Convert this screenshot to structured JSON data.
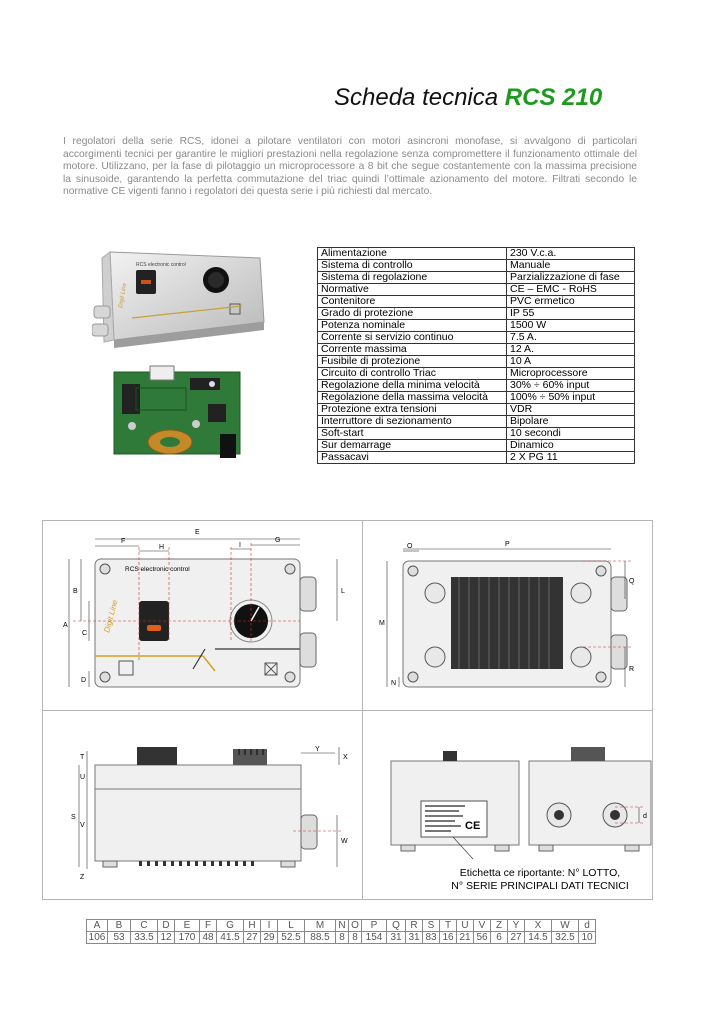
{
  "header": {
    "title_prefix": "Scheda tecnica ",
    "title_product": "RCS 210"
  },
  "intro": "I regolatori della serie RCS, idonei a pilotare ventilatori con motori asincroni monofase, si avvalgono di particolari accorgimenti tecnici per garantire le migliori prestazioni nella regolazione senza compromettere il funzionamento ottimale del motore. Utilizzano, per la fase di pilotaggio un microprocessore a 8 bit che segue costantemente con la massima precisione la sinusoide, garantendo la perfetta commutazione del triac quindi l’ottimale azionamento del motore. Filtrati secondo le normative CE vigenti fanno i regolatori dei questa serie i più richiesti dal mercato.",
  "photos": {
    "enclosure_brand": "RCS electronic control",
    "enclosure_logo": "Digit Line"
  },
  "specs": [
    {
      "k": "Alimentazione",
      "v": "230 V.c.a."
    },
    {
      "k": "Sistema di controllo",
      "v": "Manuale"
    },
    {
      "k": "Sistema di regolazione",
      "v": "Parzializzazione di fase"
    },
    {
      "k": "Normative",
      "v": "CE – EMC - RoHS"
    },
    {
      "k": "Contenitore",
      "v": "PVC ermetico"
    },
    {
      "k": "Grado di protezione",
      "v": "IP 55"
    },
    {
      "k": "Potenza nominale",
      "v": "1500 W"
    },
    {
      "k": "Corrente si servizio continuo",
      "v": "7.5 A."
    },
    {
      "k": "Corrente massima",
      "v": "12 A."
    },
    {
      "k": "Fusibile di protezione",
      "v": "10 A"
    },
    {
      "k": "Circuito di controllo Triac",
      "v": "Microprocessore"
    },
    {
      "k": "Regolazione della minima velocità",
      "v": "30% ÷ 60% input"
    },
    {
      "k": "Regolazione della massima velocità",
      "v": "100% ÷  50% input"
    },
    {
      "k": "Protezione extra tensioni",
      "v": "VDR"
    },
    {
      "k": "Interruttore di sezionamento",
      "v": "Bipolare"
    },
    {
      "k": "Soft-start",
      "v": "10 secondi"
    },
    {
      "k": "Sur demarrage",
      "v": "Dinamico"
    },
    {
      "k": "Passacavi",
      "v": "2 X PG 11"
    }
  ],
  "drawing_labels": {
    "front": {
      "E": "E",
      "F": "F",
      "H": "H",
      "I": "I",
      "G": "G",
      "A": "A",
      "B": "B",
      "C": "C",
      "D": "D",
      "L": "L",
      "brand": "RCS electronic control",
      "logo": "Digit Line"
    },
    "back": {
      "O": "O",
      "P": "P",
      "Q": "Q",
      "M": "M",
      "R": "R",
      "N": "N"
    },
    "side": {
      "T": "T",
      "U": "U",
      "S": "S",
      "V": "V",
      "Z": "Z",
      "Y": "Y",
      "X": "X",
      "W": "W"
    },
    "end": {
      "d": "d",
      "ce": "CE"
    }
  },
  "label_note": {
    "line1": "Etichetta ce riportante: N° LOTTO,",
    "line2": "N° SERIE PRINCIPALI DATI TECNICI"
  },
  "dimensions": {
    "headers": [
      "A",
      "B",
      "C",
      "D",
      "E",
      "F",
      "G",
      "H",
      "I",
      "L",
      "M",
      "N",
      "O",
      "P",
      "Q",
      "R",
      "S",
      "T",
      "U",
      "V",
      "Z",
      "Y",
      "X",
      "W",
      "d"
    ],
    "values": [
      "106",
      "53",
      "33.5",
      "12",
      "170",
      "48",
      "41.5",
      "27",
      "29",
      "52.5",
      "88.5",
      "8",
      "8",
      "154",
      "31",
      "31",
      "83",
      "16",
      "21",
      "56",
      "6",
      "27",
      "14.5",
      "32.5",
      "10"
    ]
  }
}
